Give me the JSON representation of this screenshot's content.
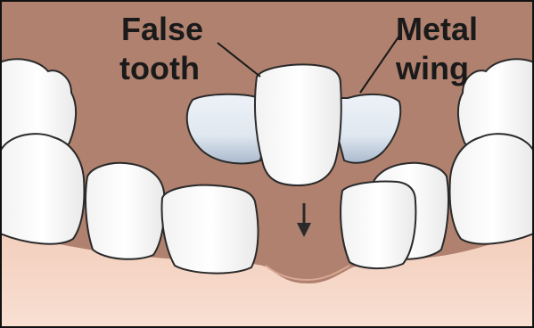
{
  "labels": {
    "false_tooth_line1": "False",
    "false_tooth_line2": "tooth",
    "metal_wing_line1": "Metal",
    "metal_wing_line2": "wing"
  },
  "colors": {
    "palate": "#b0816e",
    "gum": "#f5d7c8",
    "tooth": "#ffffff",
    "tooth_outline": "#2a2a2a",
    "metal_wing": "#dfe7f0",
    "metal_wing_shadow": "#9fb0c4",
    "frame": "#111111"
  }
}
